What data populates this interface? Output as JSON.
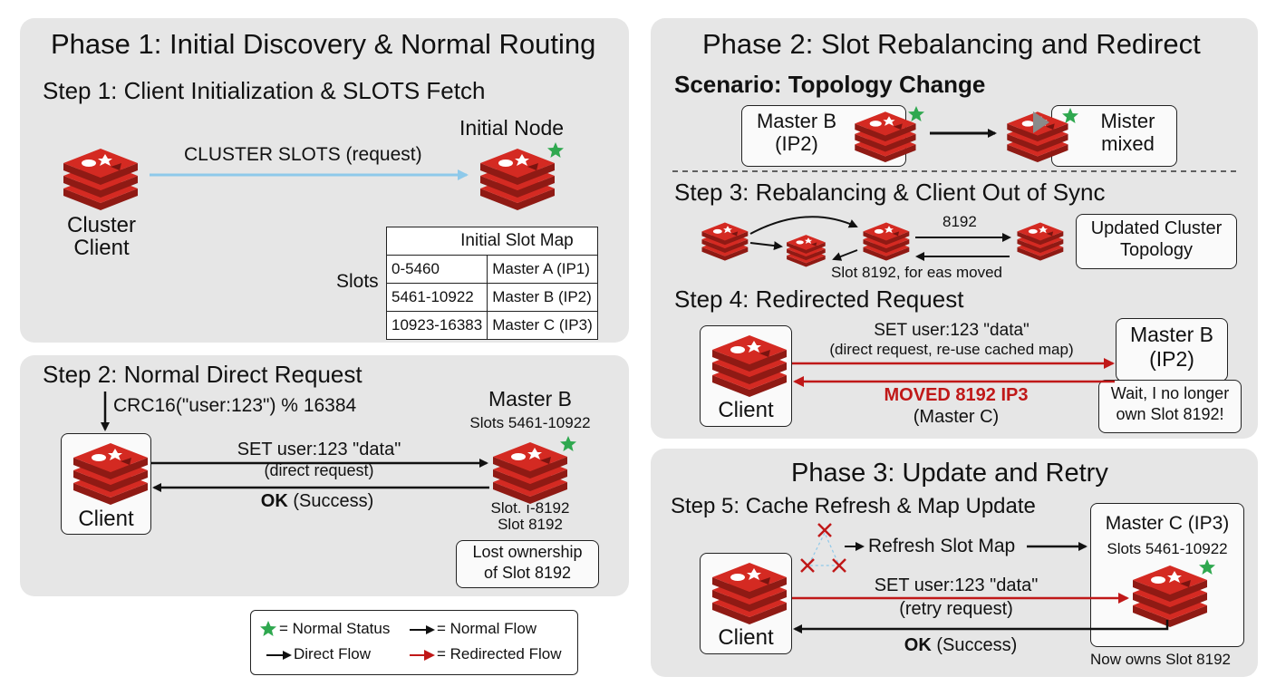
{
  "phase1": {
    "title": "Phase 1: Initial Discovery & Normal Routing",
    "step1": "Step 1: Client Initialization & SLOTS Fetch",
    "client_line1": "Cluster",
    "client_line2": "Client",
    "request_label": "CLUSTER SLOTS (request)",
    "node_label": "Initial Node",
    "slot_map": {
      "title": "Initial Slot Map",
      "side_label": "Slots",
      "rows": [
        {
          "range": "0-5460",
          "owner": "Master A (IP1)"
        },
        {
          "range": "5461-10922",
          "owner": "Master B (IP2)"
        },
        {
          "range": "10923-16383",
          "owner": "Master C (IP3)"
        }
      ]
    }
  },
  "step2": {
    "title": "Step 2: Normal Direct Request",
    "hash_label": "CRC16(\"user:123\") % 16384",
    "client": "Client",
    "master_title": "Master B",
    "master_slots": "Slots 5461-10922",
    "req_line1": "SET user:123 \"data\"",
    "req_line2": "(direct request)",
    "resp_bold": "OK",
    "resp_rest": " (Success)",
    "slot_line1": "Slot. ı-8192",
    "slot_line2": "Slot 8192",
    "lost_line1": "Lost ownership",
    "lost_line2": "of Slot 8192"
  },
  "phase2": {
    "title": "Phase 2: Slot Rebalancing and Redirect",
    "scenario": "Scenario: Topology Change",
    "master_b_line1": "Master B",
    "master_b_line2": "(IP2)",
    "mister_line1": "Mister",
    "mister_line2": "mixed",
    "step3": "Step 3: Rebalancing & Client Out of Sync",
    "slot_num": "8192",
    "moved_caption": "Slot 8192, for eas moved",
    "updated_line1": "Updated Cluster",
    "updated_line2": "Topology",
    "step4": "Step 4: Redirected Request",
    "client": "Client",
    "req_line1": "SET user:123 \"data\"",
    "req_line2": "(direct request, re-use cached map)",
    "moved_line1": "MOVED 8192 IP3",
    "moved_line2": "(Master C)",
    "mb_line1": "Master B",
    "mb_line2": "(IP2)",
    "wait_line1": "Wait, I no longer",
    "wait_line2": "own Slot 8192!"
  },
  "phase3": {
    "title": "Phase 3: Update and Retry",
    "step5": "Step 5: Cache Refresh & Map Update",
    "refresh": "Refresh Slot Map",
    "client": "Client",
    "master_title": "Master C (IP3)",
    "master_slots": "Slots 5461-10922",
    "req_line1": "SET user:123 \"data\"",
    "req_line2": "(retry request)",
    "resp_bold": "OK",
    "resp_rest": " (Success)",
    "owns": "Now owns Slot 8192"
  },
  "legend": {
    "normal_status": "= Normal Status",
    "normal_flow": "= Normal Flow",
    "direct_flow": "Direct Flow",
    "redirected_flow": "= Redirected Flow"
  },
  "colors": {
    "redis_red": "#d42a22",
    "redirect_red": "#c01818",
    "request_blue": "#8ec9ea",
    "status_green": "#2fa84f",
    "panel_gray": "#e6e6e6"
  }
}
